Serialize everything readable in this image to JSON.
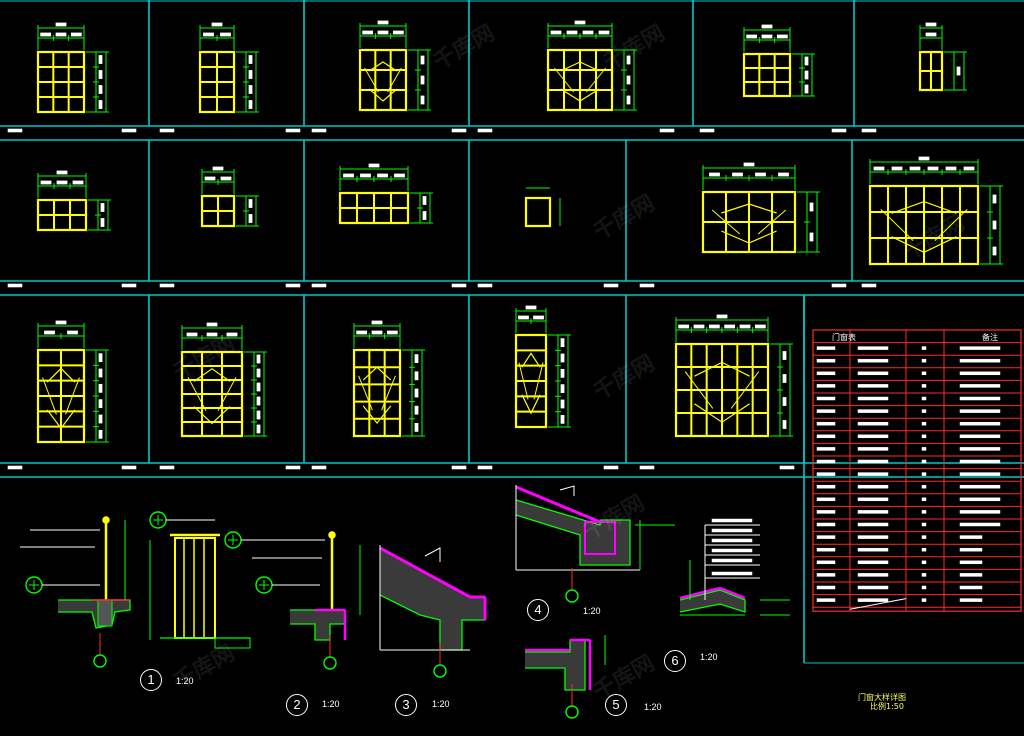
{
  "colors": {
    "frame": "#00c8c8",
    "window": "#ffff00",
    "dim": "#00ff00",
    "text": "#ffffff",
    "table": "#ff2a2a",
    "wall": "#ff00ff",
    "bg": "#000000"
  },
  "table": {
    "header": [
      "门窗表",
      "",
      "",
      "备注"
    ]
  },
  "detail_scales": [
    "1:20",
    "1:20",
    "1:20",
    "1:20",
    "1:20",
    "1:20"
  ],
  "detail_numbers": [
    "1",
    "2",
    "3",
    "4",
    "5",
    "6"
  ],
  "watermark": "千库网",
  "title_block": {
    "line1": "门窗大样详图",
    "line2": "比例1:50"
  }
}
